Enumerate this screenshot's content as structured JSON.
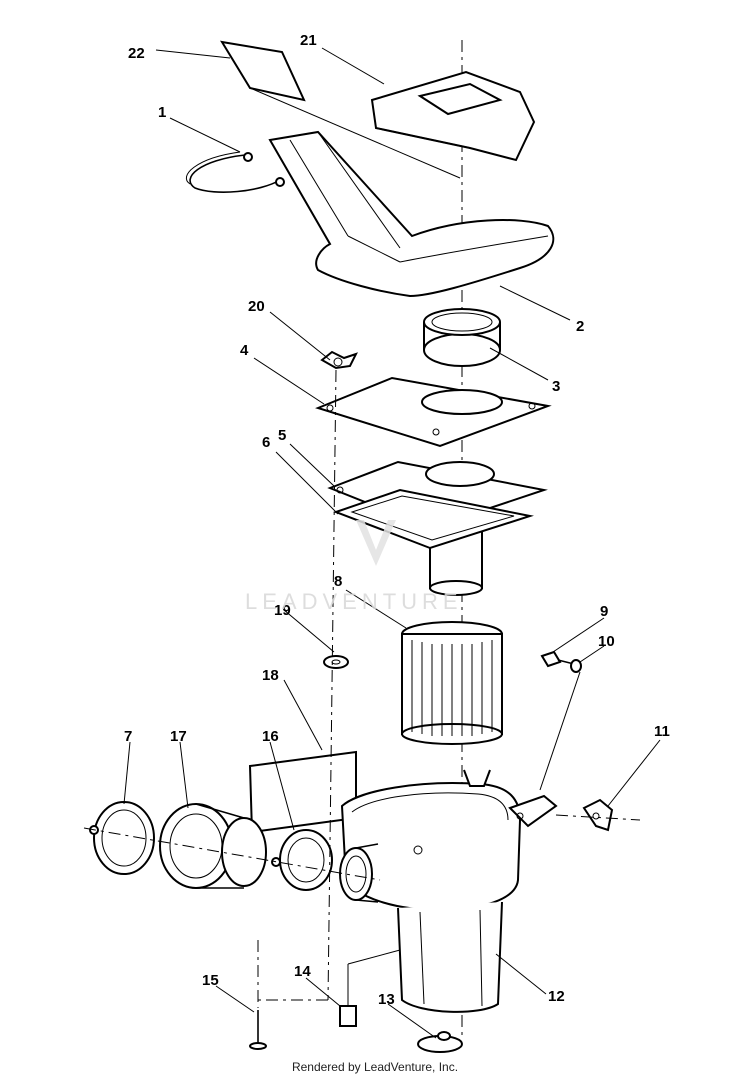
{
  "watermark": "LEADVENTURE",
  "footer": "Rendered by LeadVenture, Inc.",
  "callouts": {
    "c1": "1",
    "c2": "2",
    "c3": "3",
    "c4": "4",
    "c5": "5",
    "c6": "6",
    "c7": "7",
    "c8": "8",
    "c9": "9",
    "c10": "10",
    "c11": "11",
    "c12": "12",
    "c13": "13",
    "c14": "14",
    "c15": "15",
    "c16": "16",
    "c17": "17",
    "c18": "18",
    "c19": "19",
    "c20": "20",
    "c21": "21",
    "c22": "22"
  }
}
